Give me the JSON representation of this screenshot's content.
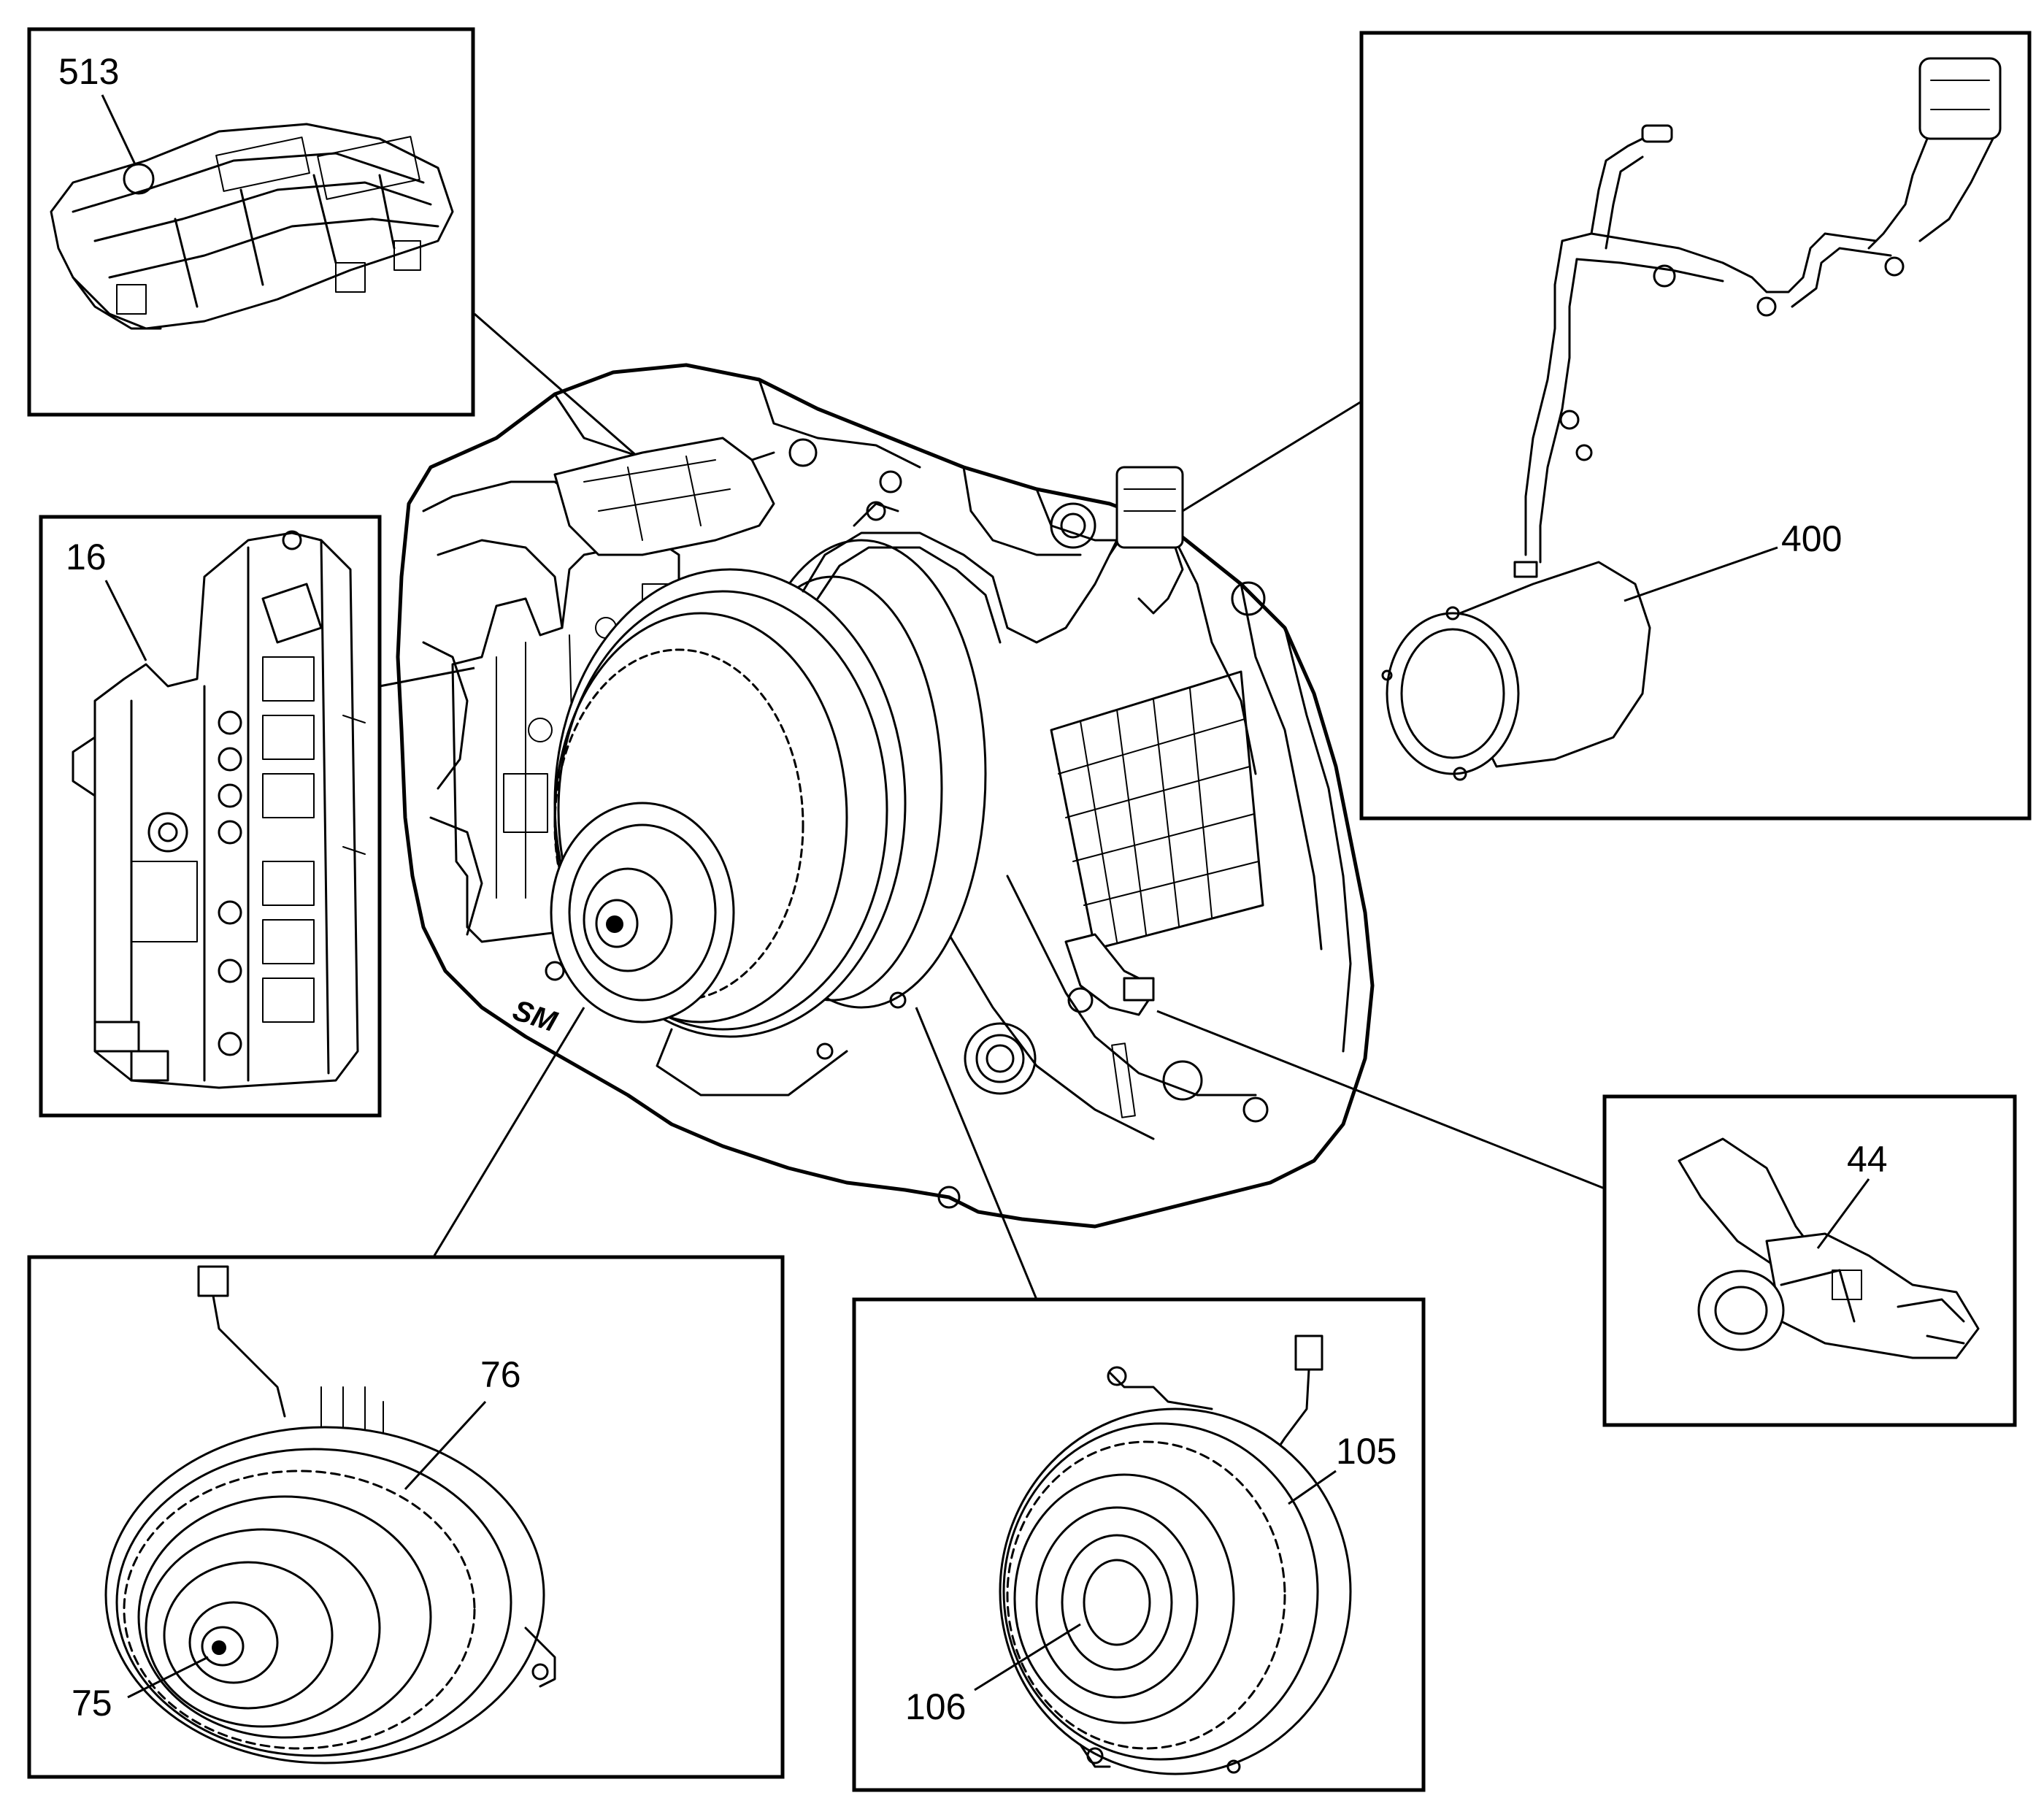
{
  "callouts": {
    "valve_body_cover": "513",
    "control_valve_body": "16",
    "motor_generator_harness": "400",
    "speed_sensor": "44",
    "motor_assembly_a": "76",
    "rotor_a": "75",
    "motor_assembly_b": "105",
    "rotor_b": "106"
  },
  "housing_stamp": "SM"
}
